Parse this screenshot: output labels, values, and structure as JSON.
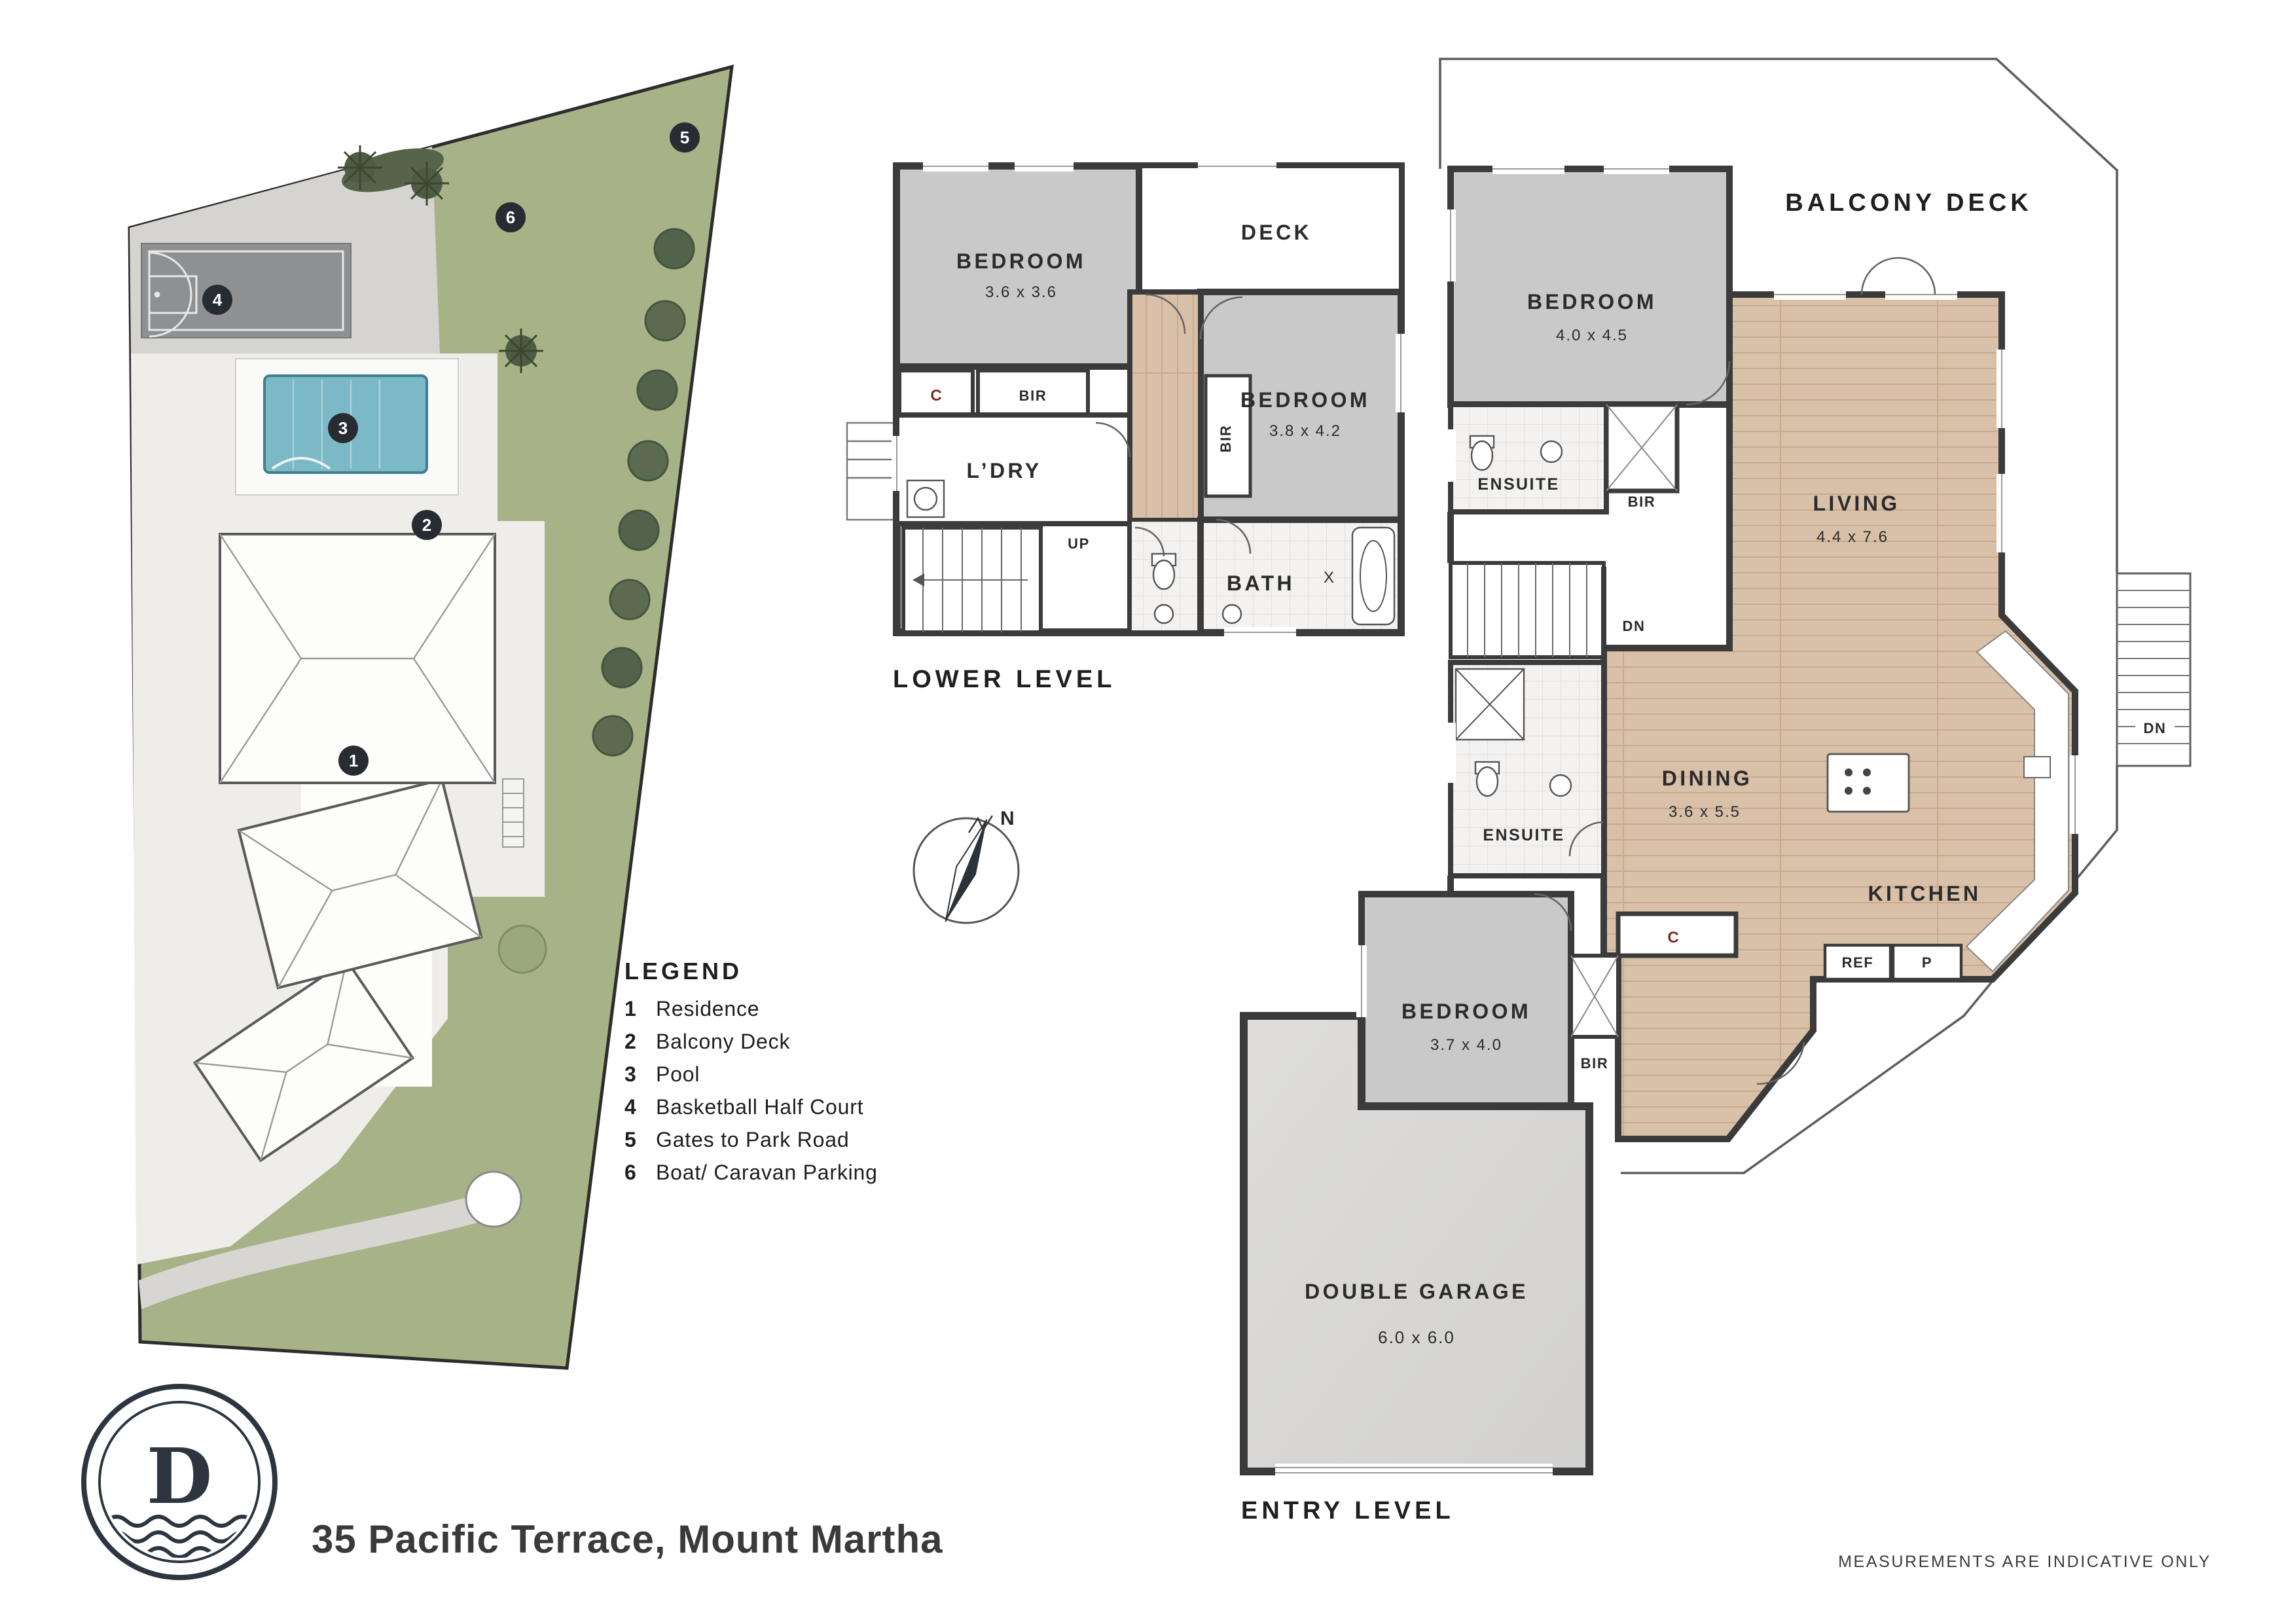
{
  "meta": {
    "title": "35 Pacific Terrace, Mount Martha",
    "disclaimer": "MEASUREMENTS ARE INDICATIVE ONLY",
    "logo_letter": "D"
  },
  "compass": {
    "north": "N"
  },
  "legend": {
    "heading": "LEGEND",
    "items": [
      {
        "num": "1",
        "label": "Residence"
      },
      {
        "num": "2",
        "label": "Balcony Deck"
      },
      {
        "num": "3",
        "label": "Pool"
      },
      {
        "num": "4",
        "label": "Basketball Half Court"
      },
      {
        "num": "5",
        "label": "Gates to Park Road"
      },
      {
        "num": "6",
        "label": "Boat/ Caravan Parking"
      }
    ]
  },
  "site_plan": {
    "markers": {
      "m1": "1",
      "m2": "2",
      "m3": "3",
      "m4": "4",
      "m5": "5",
      "m6": "6"
    }
  },
  "lower_level": {
    "label": "LOWER LEVEL",
    "bedroom1": {
      "name": "BEDROOM",
      "dims": "3.6 x 3.6"
    },
    "deck": {
      "name": "DECK"
    },
    "bedroom2": {
      "name": "BEDROOM",
      "dims": "3.8 x 4.2"
    },
    "laundry": {
      "name": "L’DRY"
    },
    "bath": {
      "name": "BATH",
      "shower": "X"
    },
    "closet_c": "C",
    "bir_a": "BIR",
    "bir_b": "BIR",
    "up": "UP"
  },
  "entry_level": {
    "label": "ENTRY LEVEL",
    "balcony": "BALCONY DECK",
    "bedroom3": {
      "name": "BEDROOM",
      "dims": "4.0 x 4.5"
    },
    "ensuite1": {
      "name": "ENSUITE"
    },
    "bir_c": "BIR",
    "living": {
      "name": "LIVING",
      "dims": "4.4 x 7.6"
    },
    "dining": {
      "name": "DINING",
      "dims": "3.6 x 5.5"
    },
    "kitchen": {
      "name": "KITCHEN"
    },
    "ensuite2": {
      "name": "ENSUITE"
    },
    "closet_c": "C",
    "bedroom4": {
      "name": "BEDROOM",
      "dims": "3.7 x 4.0"
    },
    "bir_d": "BIR",
    "ref": "REF",
    "pantry": "P",
    "garage": {
      "name": "DOUBLE GARAGE",
      "dims": "6.0 x 6.0"
    },
    "dn_inner": "DN",
    "dn_outer": "DN"
  }
}
